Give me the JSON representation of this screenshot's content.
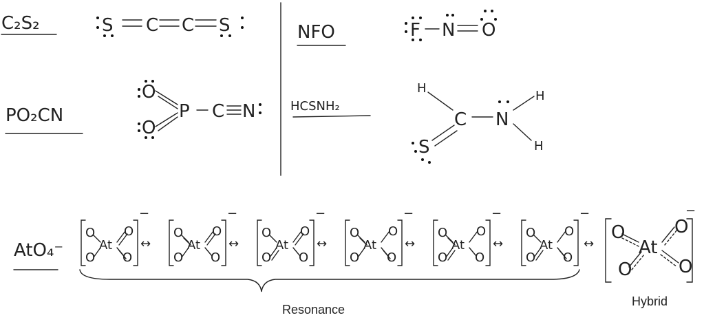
{
  "molecules": {
    "c2s2": {
      "label": "C₂S₂",
      "atoms": [
        "S",
        "C",
        "C",
        "S"
      ]
    },
    "nfo": {
      "label": "NFO",
      "atoms": [
        "F",
        "N",
        "O"
      ]
    },
    "po2cn": {
      "label": "PO₂CN",
      "atoms": [
        "O",
        "O",
        "P",
        "C",
        "N"
      ]
    },
    "hcsnh2": {
      "label": "HCSNH₂",
      "atoms": [
        "H",
        "C",
        "N",
        "H",
        "S",
        "H"
      ]
    },
    "ato4": {
      "label": "AtO₄⁻",
      "center_atom": "At",
      "ligand": "O",
      "charge": "−",
      "resonance_arrow": "↔",
      "resonance_count": 6,
      "resonance_caption": "Resonance",
      "hybrid_caption": "Hybrid"
    }
  }
}
